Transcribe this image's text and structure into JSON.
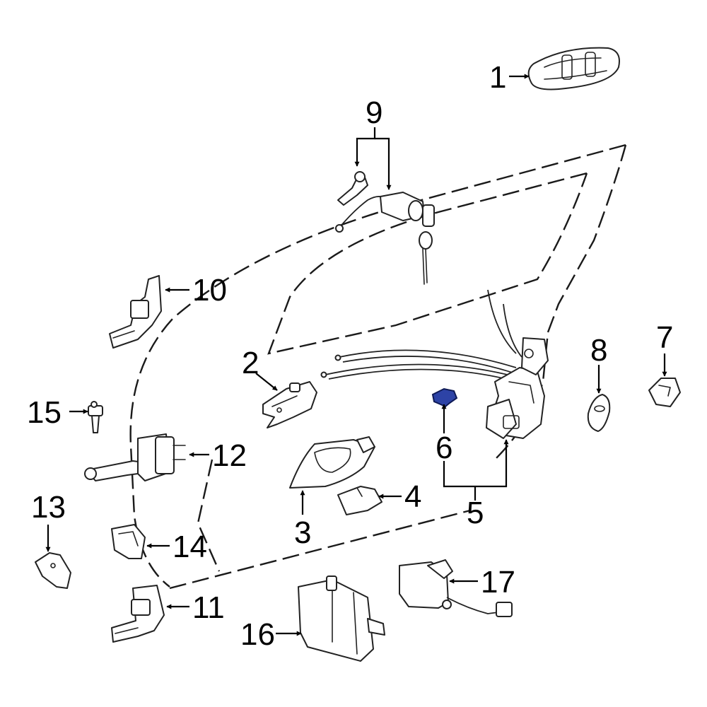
{
  "diagram": {
    "callouts": {
      "c1": "1",
      "c2": "2",
      "c3": "3",
      "c4": "4",
      "c5": "5",
      "c6": "6",
      "c7": "7",
      "c8": "8",
      "c9": "9",
      "c10": "10",
      "c11": "11",
      "c12": "12",
      "c13": "13",
      "c14": "14",
      "c15": "15",
      "c16": "16",
      "c17": "17"
    },
    "highlighted_part": "6",
    "colors": {
      "highlight": "#2d43a6",
      "line": "#222222",
      "background": "#ffffff"
    }
  }
}
